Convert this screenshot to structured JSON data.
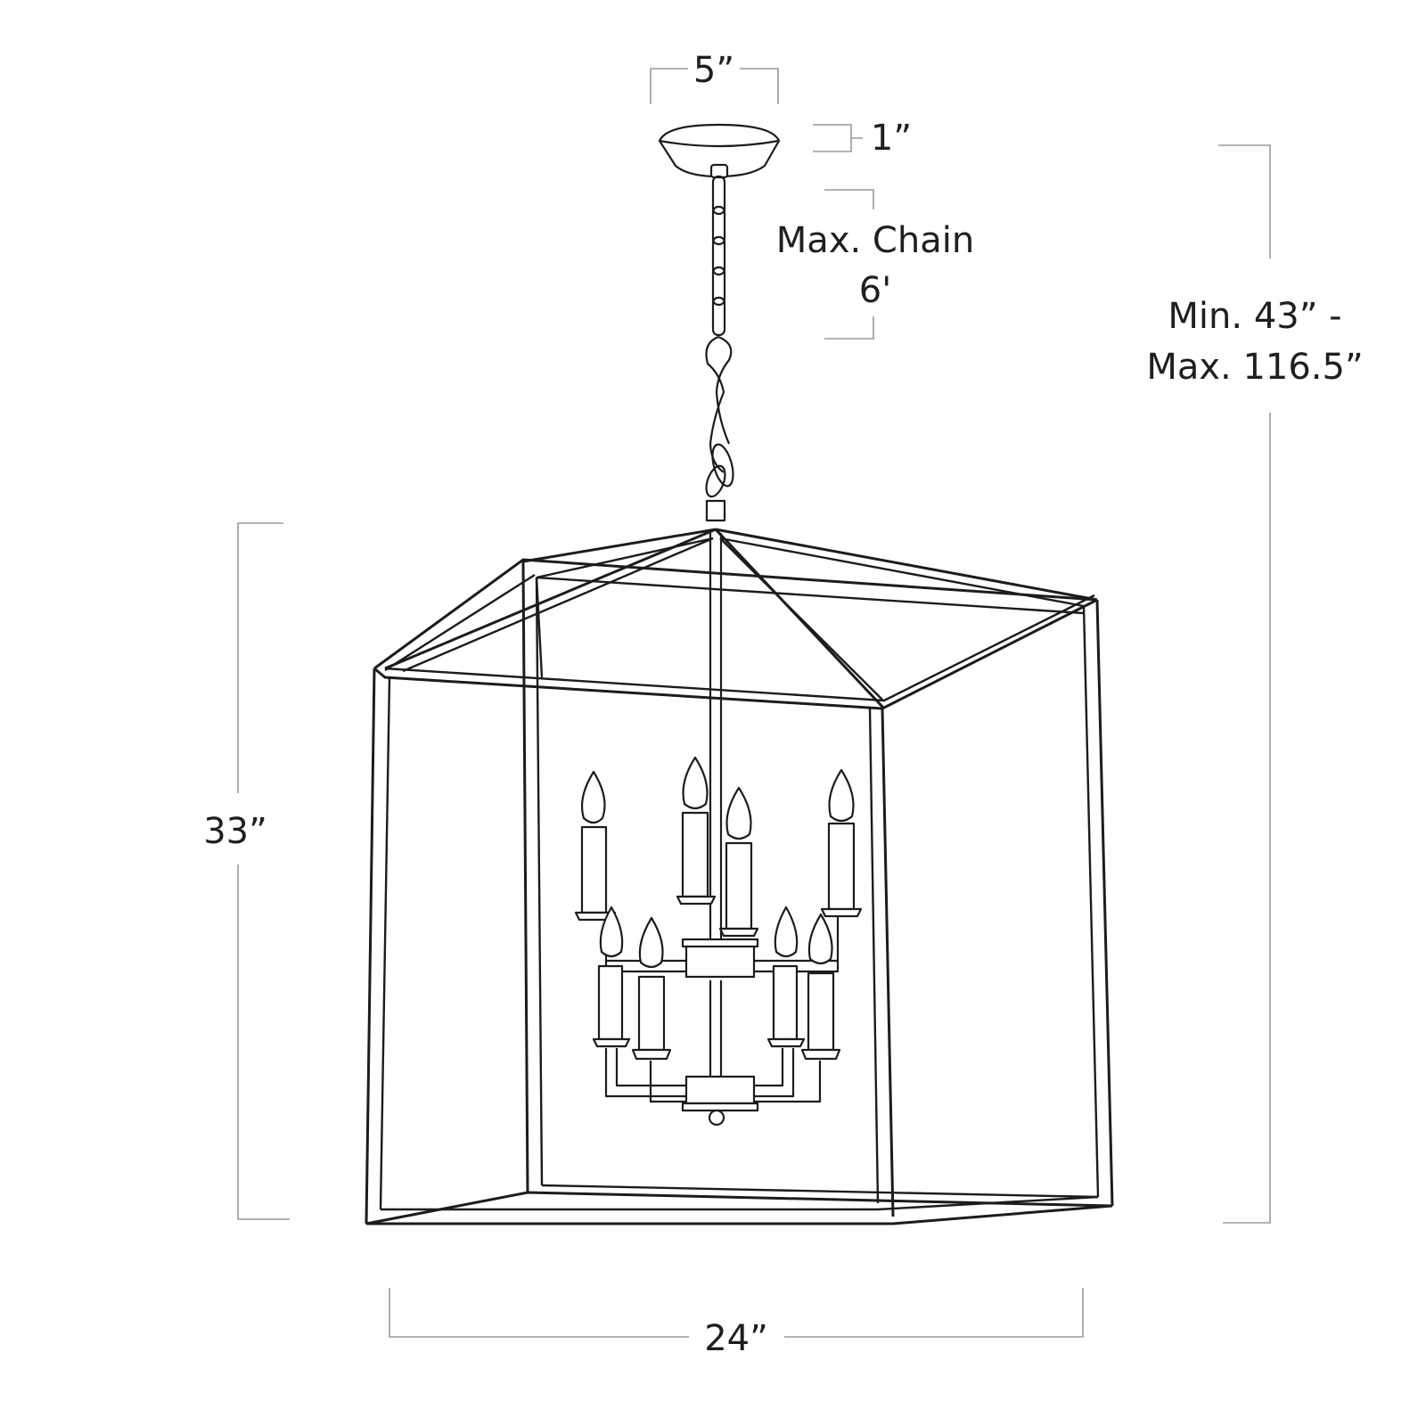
{
  "dimensions": {
    "canopy_width": "5”",
    "canopy_height": "1”",
    "max_chain_line1": "Max. Chain",
    "max_chain_line2": "6'",
    "overall_height_line1": "Min. 43” -",
    "overall_height_line2": "Max. 116.5”",
    "body_height": "33”",
    "body_width": "24”"
  },
  "colors": {
    "line": "#1c1c1c",
    "dimension_line": "#9a9a9a",
    "background": "#ffffff"
  }
}
